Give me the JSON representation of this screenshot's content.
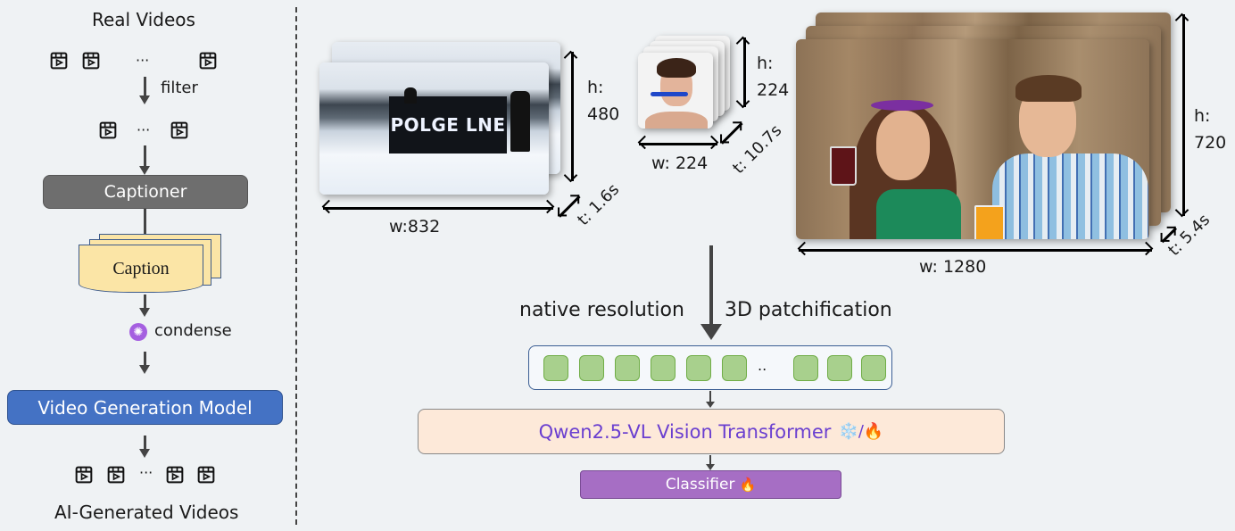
{
  "left_pipeline": {
    "title_top": "Real Videos",
    "filter_label": "filter",
    "ellipsis": "···",
    "captioner_label": "Captioner",
    "caption_label": "Caption",
    "condense_label": "condense",
    "condense_icon": "openai-icon",
    "generator_label": "Video Generation Model",
    "title_bottom": "AI-Generated Videos",
    "icon_name": "video-film-icon"
  },
  "examples": [
    {
      "id": "snow",
      "sign_text": "POLGE LNE",
      "width_label": "w:832",
      "height_label_1": "h:",
      "height_label_2": "480",
      "time_label": "t: 1.6s"
    },
    {
      "id": "face",
      "width_label": "w: 224",
      "height_label_1": "h:",
      "height_label_2": "224",
      "time_label": "t: 10.7s"
    },
    {
      "id": "couple",
      "width_label": "w: 1280",
      "height_label_1": "h:",
      "height_label_2": "720",
      "time_label": "t: 5.4s"
    }
  ],
  "model": {
    "left_label": "native resolution",
    "right_label": "3D patchification",
    "patch_ellipsis": "..",
    "vit_label": "Qwen2.5-VL Vision Transformer",
    "vit_icons": "❄️/🔥",
    "classifier_label": "Classifier",
    "classifier_icon": "🔥"
  },
  "colors": {
    "background": "#eff2f4",
    "captioner": "#6e6e6e",
    "generator": "#4472c4",
    "caption_paper": "#fbe5a6",
    "patch_fill": "#a8d08d",
    "vit_fill": "#fde9d9",
    "vit_text": "#6a3fd0",
    "classifier": "#a66ec4"
  }
}
